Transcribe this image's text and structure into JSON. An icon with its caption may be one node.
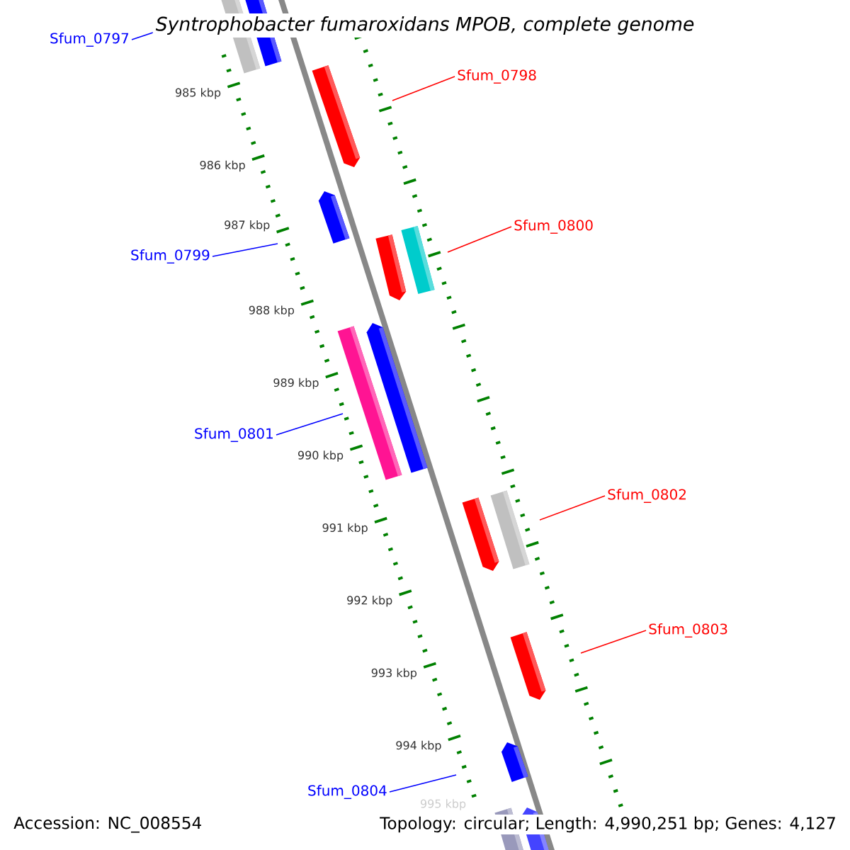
{
  "diagram": {
    "title": "*Syntrophobacter fumaroxidans* MPOB, complete genome",
    "nodes": [
      {
        "text": [
          "Sfum_0797"
        ]
      },
      {
        "text": [
          "Sfum_0798"
        ]
      },
      {
        "text": [
          "Sfum_0799"
        ]
      },
      {
        "text": [
          "Sfum_0800"
        ]
      },
      {
        "text": [
          "Sfum_0801"
        ]
      },
      {
        "text": [
          "Sfum_0802"
        ]
      },
      {
        "text": [
          "Sfum_0803"
        ]
      },
      {
        "text": [
          "Sfum_0804"
        ]
      }
    ],
    "edges": [
      {
        "from": 0,
        "to": null,
        "arrow": "none",
        "color": "#0000ff"
      },
      {
        "from": 1,
        "to": null,
        "arrow": "none",
        "color": "#ff0000"
      },
      {
        "from": 2,
        "to": null,
        "arrow": "none",
        "color": "#0000ff"
      },
      {
        "from": 3,
        "to": null,
        "arrow": "none",
        "color": "#ff0000"
      },
      {
        "from": 4,
        "to": null,
        "arrow": "none",
        "color": "#0000ff"
      },
      {
        "from": 5,
        "to": null,
        "arrow": "none",
        "color": "#ff0000"
      },
      {
        "from": 6,
        "to": null,
        "arrow": "none",
        "color": "#ff0000"
      },
      {
        "from": 7,
        "to": null,
        "arrow": "none",
        "color": "#0000ff"
      }
    ],
    "labels": [
      "985 kbp",
      "986 kbp",
      "987 kbp",
      "988 kbp",
      "989 kbp",
      "990 kbp",
      "991 kbp",
      "992 kbp",
      "993 kbp",
      "994 kbp",
      "995 kbp",
      "Accession: NC_008554",
      "Topology: circular; Length: 4,990,251 bp; Genes: 4,127"
    ]
  }
}
